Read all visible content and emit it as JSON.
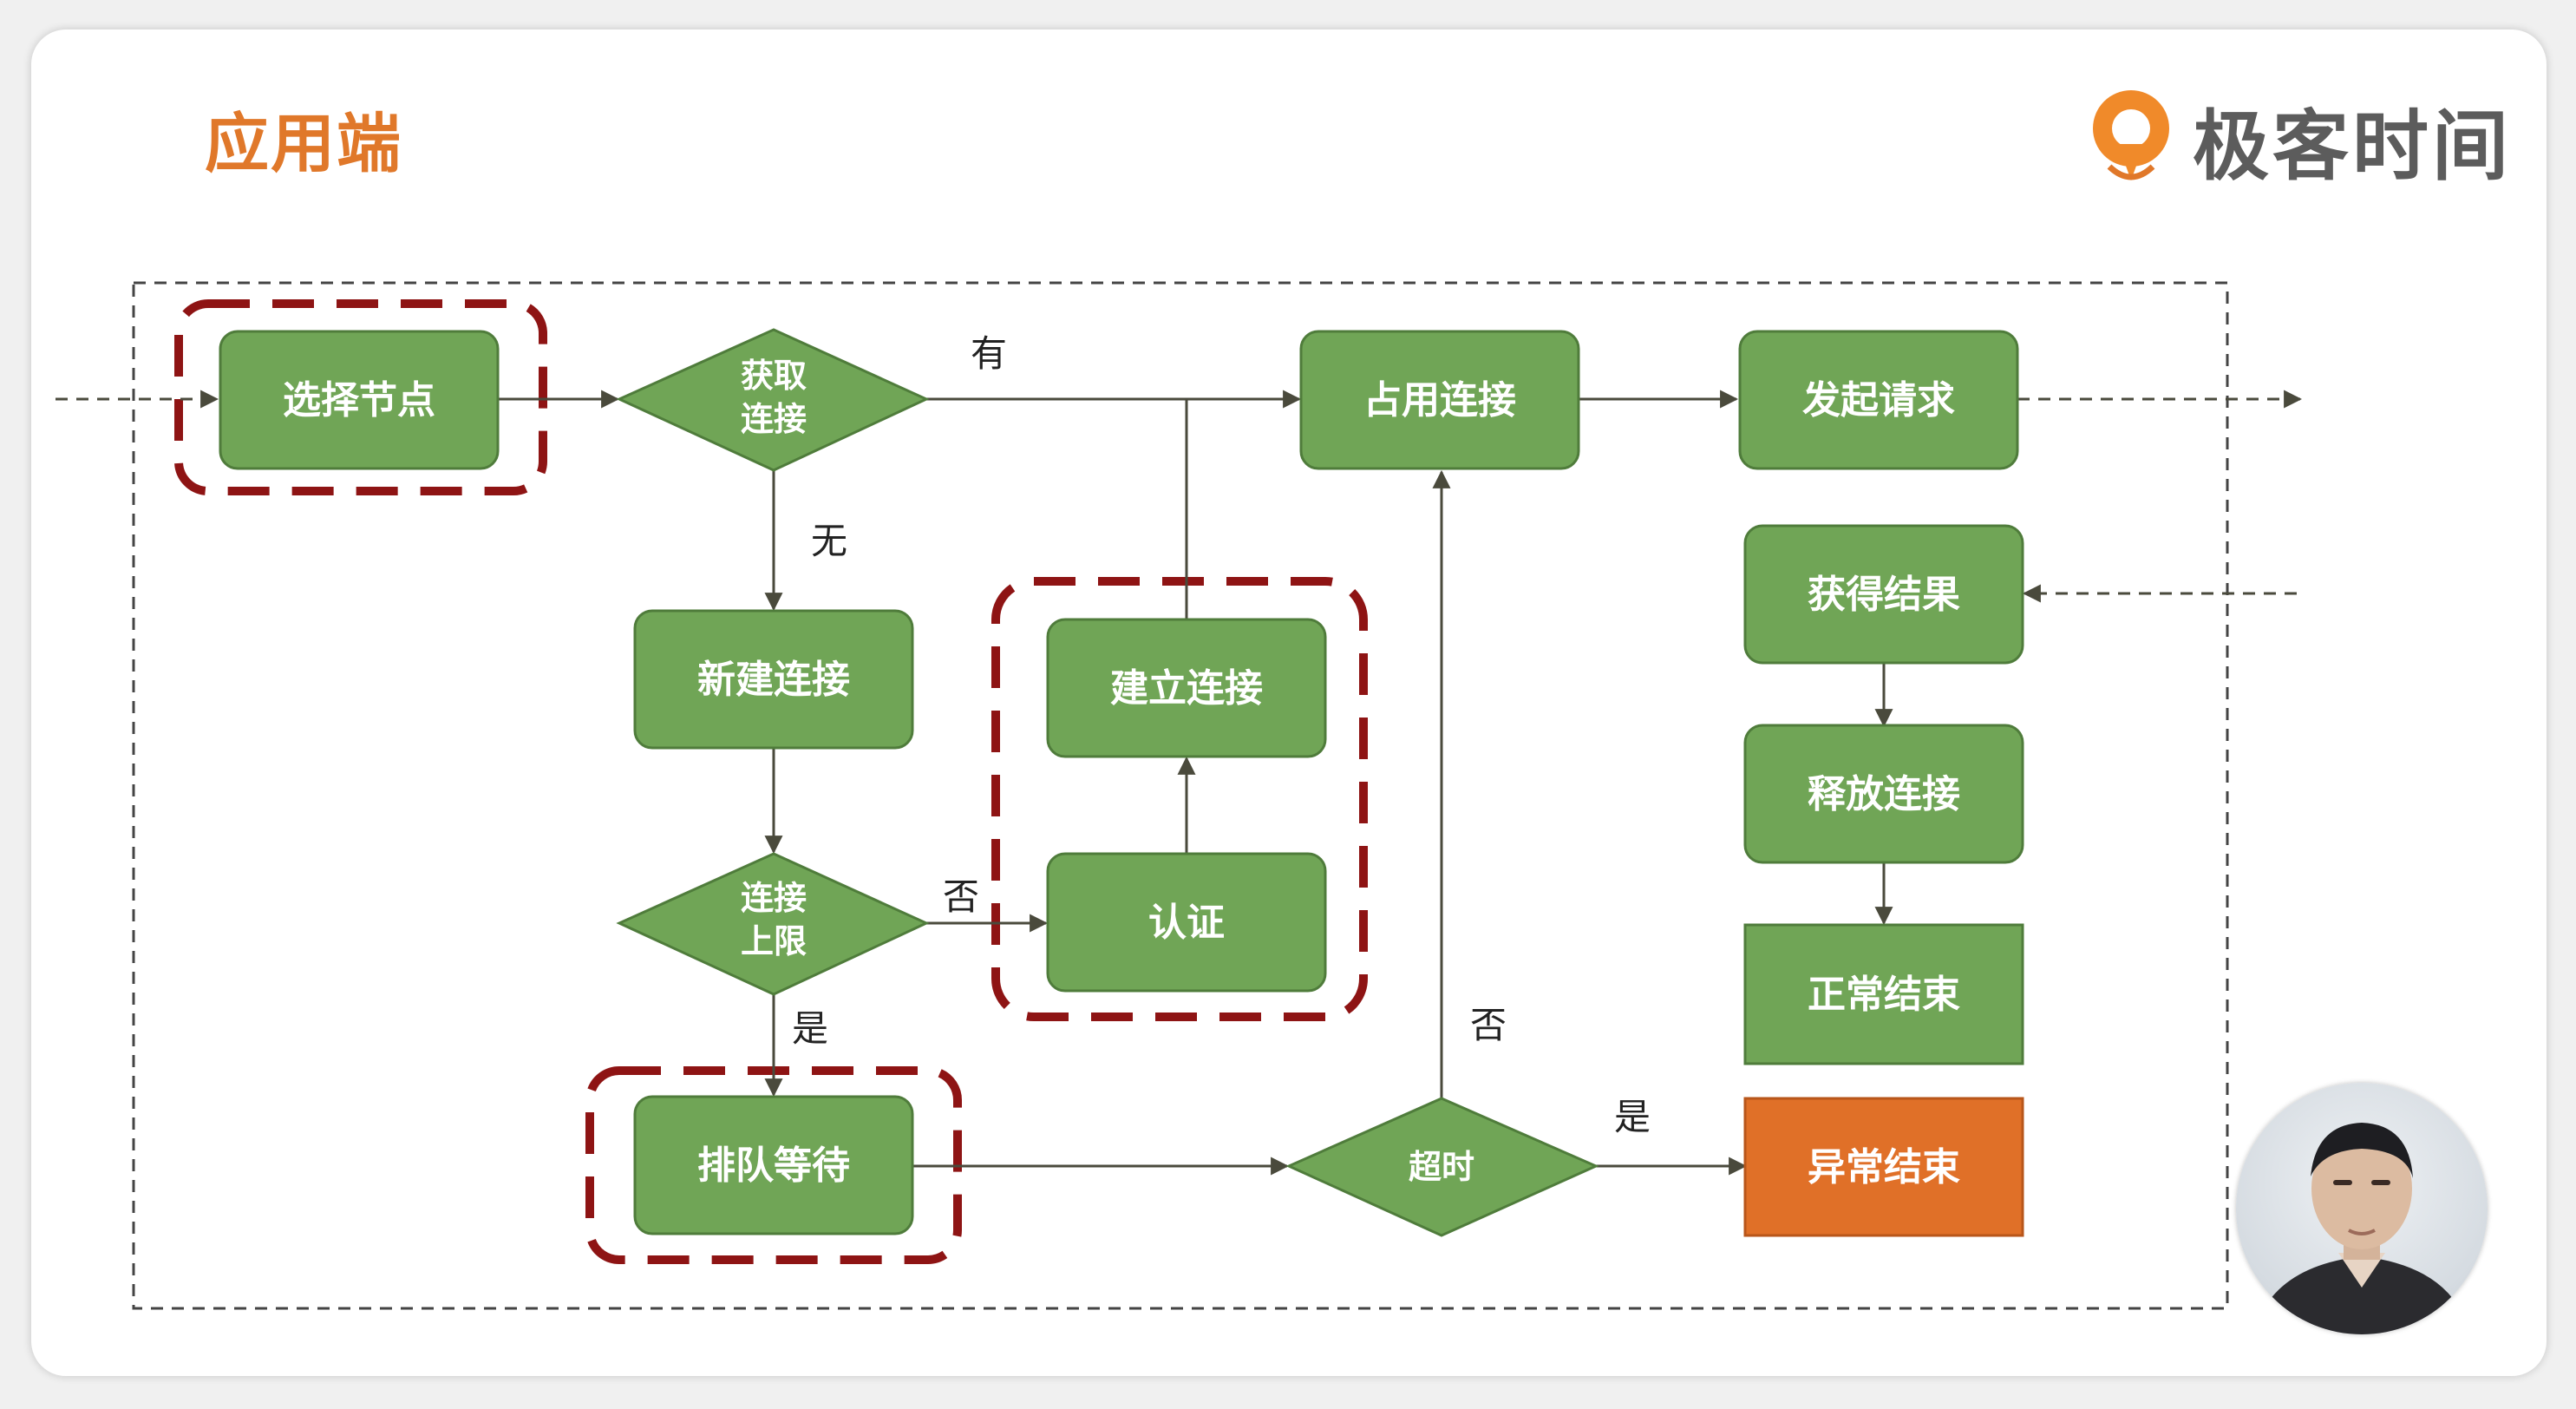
{
  "slide": {
    "title": "应用端",
    "logo_text": "极客时间",
    "logo_icon": "geektime-logo-icon"
  },
  "colors": {
    "node_green": "#70a556",
    "node_green_border": "#4f7c3b",
    "node_orange": "#e07028",
    "highlight_dash": "#8e1414",
    "frame_dash": "#444444",
    "title_orange": "#e0782a"
  },
  "nodes": {
    "select_node": "选择节点",
    "get_connection": [
      "获取",
      "连接"
    ],
    "occupy_connection": "占用连接",
    "send_request": "发起请求",
    "new_connection": "新建连接",
    "establish_connection": "建立连接",
    "get_result": "获得结果",
    "release_connection": "释放连接",
    "connection_limit": [
      "连接",
      "上限"
    ],
    "auth": "认证",
    "normal_end": "正常结束",
    "queue_wait": "排队等待",
    "timeout": "超时",
    "abnormal_end": "异常结束"
  },
  "edge_labels": {
    "have": "有",
    "none": "无",
    "no_limit": "否",
    "yes_limit": "是",
    "no_timeout": "否",
    "yes_timeout": "是"
  }
}
